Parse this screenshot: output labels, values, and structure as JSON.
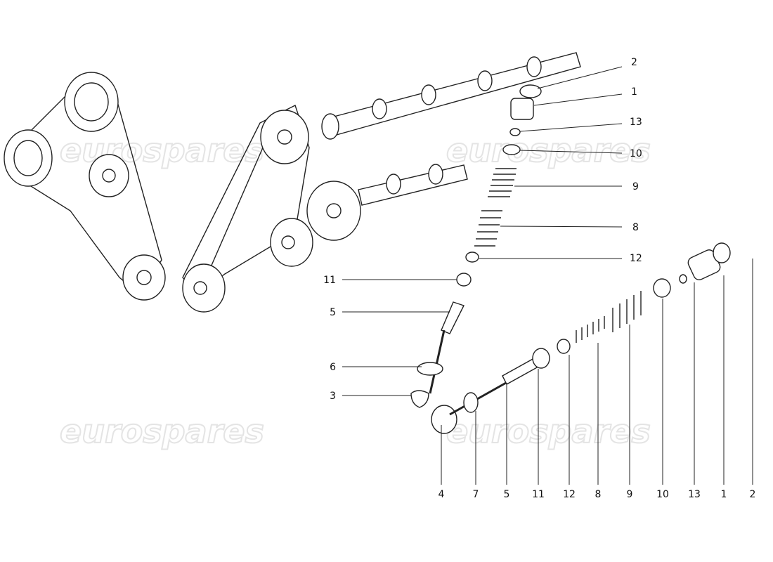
{
  "diagram": {
    "watermark": "eurospares",
    "upper_valve_callouts": [
      {
        "label": "2"
      },
      {
        "label": "1"
      },
      {
        "label": "13"
      },
      {
        "label": "10"
      },
      {
        "label": "9"
      },
      {
        "label": "8"
      },
      {
        "label": "12"
      },
      {
        "label": "11"
      },
      {
        "label": "5"
      },
      {
        "label": "6"
      },
      {
        "label": "3"
      }
    ],
    "lower_valve_callouts": [
      {
        "label": "4"
      },
      {
        "label": "7"
      },
      {
        "label": "5"
      },
      {
        "label": "11"
      },
      {
        "label": "12"
      },
      {
        "label": "8"
      },
      {
        "label": "9"
      },
      {
        "label": "10"
      },
      {
        "label": "13"
      },
      {
        "label": "1"
      },
      {
        "label": "2"
      }
    ],
    "colors": {
      "ink": "#222222",
      "watermark": "#e4e4e4",
      "background": "#ffffff"
    }
  }
}
